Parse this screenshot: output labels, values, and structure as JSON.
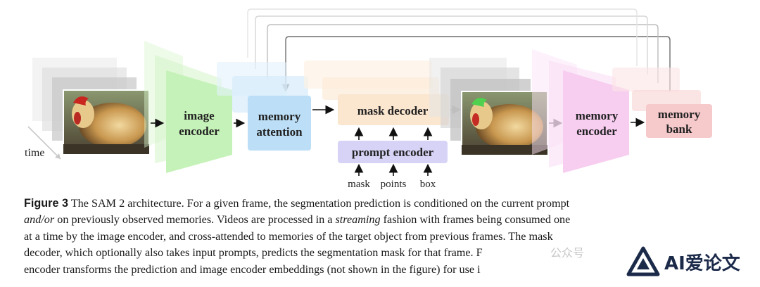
{
  "diagram": {
    "time_label": "time",
    "image_encoder": [
      "image",
      "encoder"
    ],
    "memory_attention": [
      "memory",
      "attention"
    ],
    "mask_decoder": "mask decoder",
    "prompt_encoder": "prompt encoder",
    "prompt_inputs": [
      "mask",
      "points",
      "box"
    ],
    "memory_encoder": [
      "memory",
      "encoder"
    ],
    "memory_bank": [
      "memory",
      "bank"
    ],
    "colors": {
      "image_encoder": "#c5f2b8",
      "memory_attention": "#bcdff7",
      "mask_decoder": "#fbe6cf",
      "prompt_encoder": "#d6d3f6",
      "memory_encoder": "#f7cdf0",
      "memory_bank": "#f6c9cb"
    }
  },
  "caption": {
    "label": "Figure 3",
    "line1": "The SAM 2 architecture. For a given frame, the segmentation prediction is conditioned on the current prompt",
    "line2_em": "and/or",
    "line2_rest": " on previously observed memories. Videos are processed in a ",
    "line2_em2": "streaming",
    "line2_tail": " fashion with frames being consumed one",
    "line3": "at a time by the image encoder, and cross-attended to memories of the target object from previous frames. The mask",
    "line4": "decoder, which optionally also takes input prompts, predicts the segmentation mask for that frame. F",
    "line5": "encoder transforms the prediction and image encoder embeddings (not shown in the figure) for use i"
  },
  "watermark": {
    "faint": "公众号",
    "logo_icon": "ai-logo-icon",
    "text": "AI爱论文"
  }
}
